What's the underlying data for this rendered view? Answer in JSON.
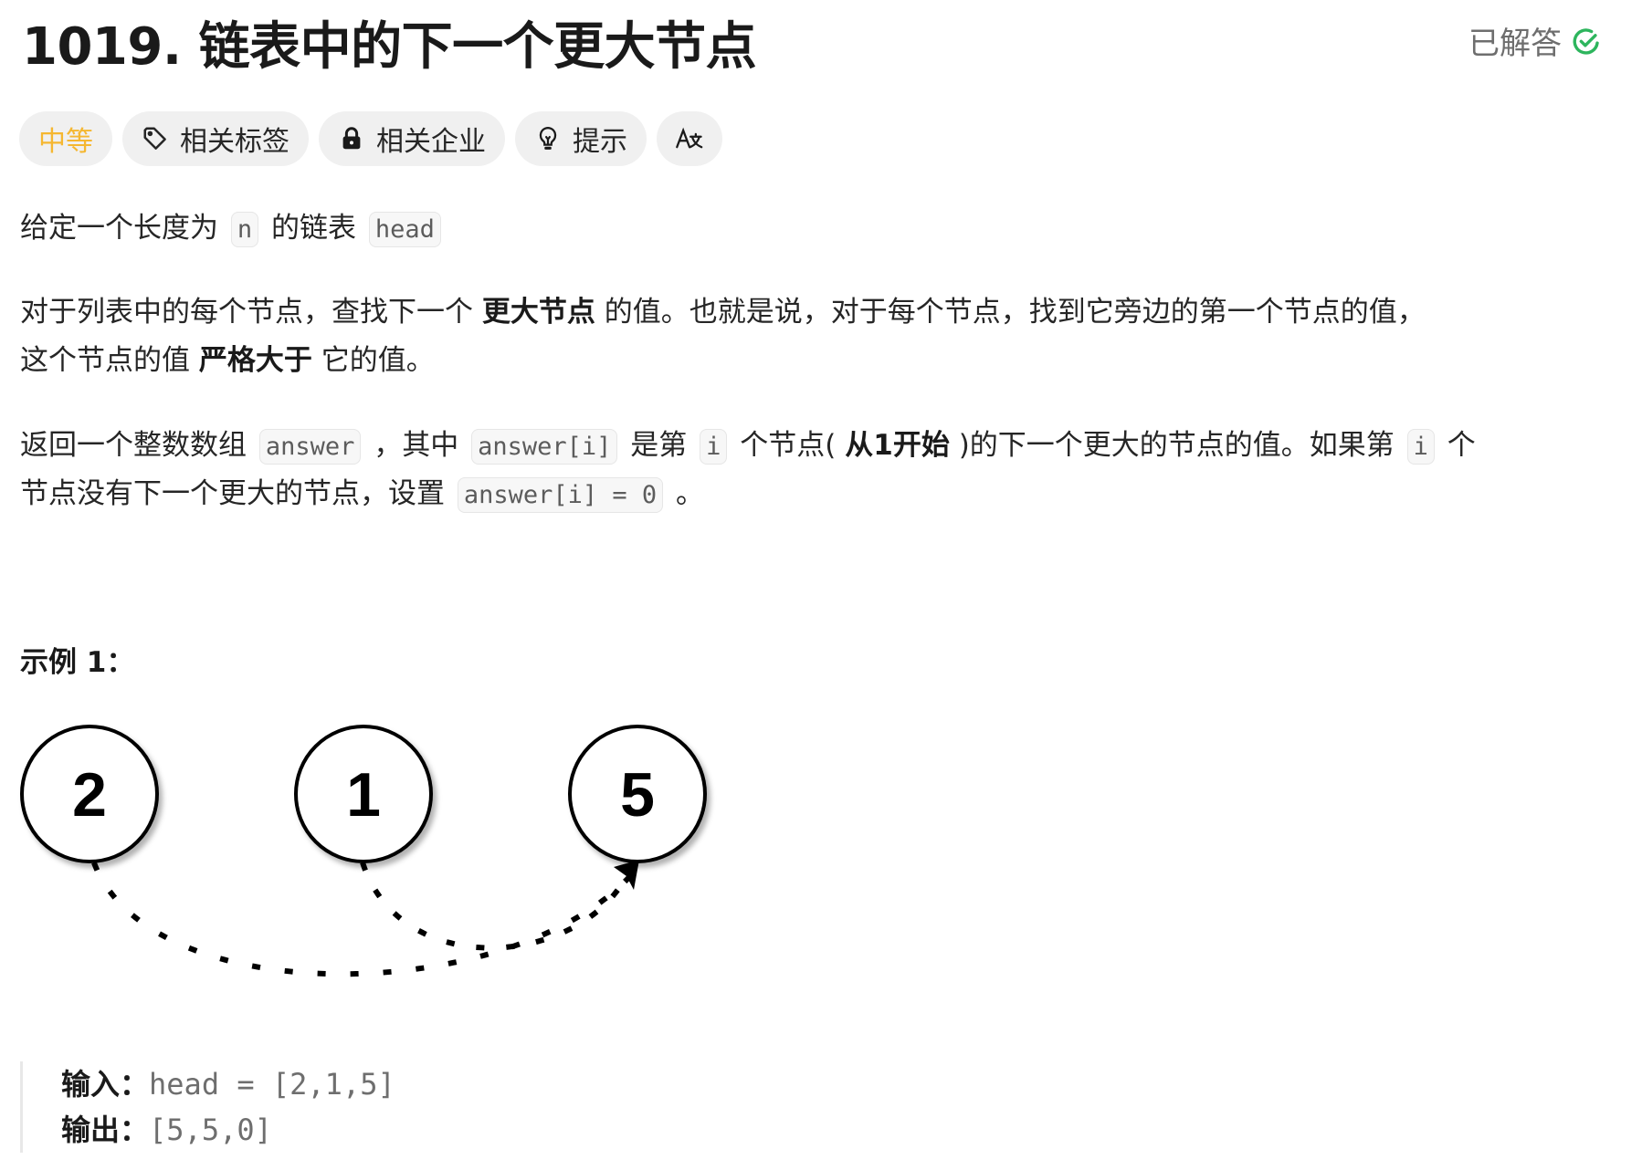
{
  "header": {
    "title": "1019. 链表中的下一个更大节点",
    "status_label": "已解答",
    "status_color": "#2db55d"
  },
  "pills": [
    {
      "label": "中等",
      "icon": null,
      "color": "#f5b731"
    },
    {
      "label": "相关标签",
      "icon": "tag-icon"
    },
    {
      "label": "相关企业",
      "icon": "lock-icon"
    },
    {
      "label": "提示",
      "icon": "lightbulb-icon"
    },
    {
      "label": "",
      "icon": "translate-icon"
    }
  ],
  "description": {
    "p1": {
      "t1": "给定一个长度为",
      "c1": "n",
      "t2": "的链表",
      "c2": "head"
    },
    "p2": {
      "t1": "对于列表中的每个节点，查找下一个",
      "b1": "更大节点",
      "t2": "的值。也就是说，对于每个节点，找到它旁边的第一个节点的值，",
      "t3": "这个节点的值",
      "b2": "严格大于",
      "t4": "它的值。"
    },
    "p3": {
      "t1": "返回一个整数数组",
      "c1": "answer",
      "t2": "，其中",
      "c2": "answer[i]",
      "t3": "是第",
      "c3": "i",
      "t4": "个节点(",
      "b1": "从1开始",
      "t5": ")的下一个更大的节点的值。如果第",
      "c4": "i",
      "t6": "个",
      "t7": "节点没有下一个更大的节点，设置",
      "c5": "answer[i] = 0",
      "t8": "。"
    }
  },
  "example": {
    "heading": "示例 1：",
    "nodes": [
      "2",
      "1",
      "5"
    ],
    "input_label": "输入：",
    "input_value": "head = [2,1,5]",
    "output_label": "输出：",
    "output_value": "[5,5,0]"
  }
}
